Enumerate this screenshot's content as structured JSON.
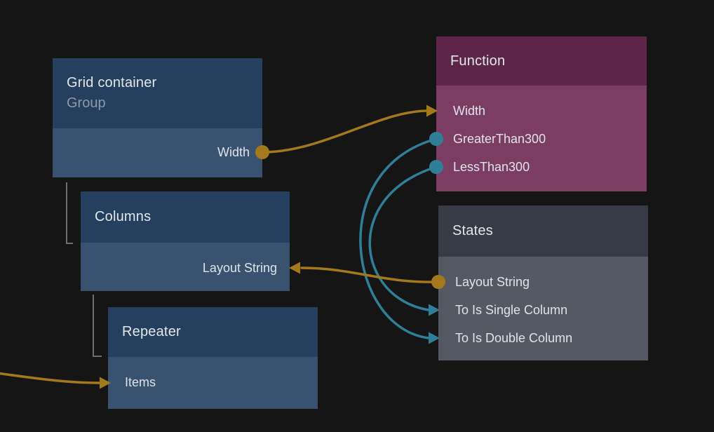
{
  "colors": {
    "background": "#151515",
    "node_blue_header": "#253f5e",
    "node_blue_body": "#395270",
    "node_purple_header": "#5d2649",
    "node_purple_body": "#7b3d62",
    "node_gray_header": "#363b45",
    "node_gray_body": "#545963",
    "wire_gold": "#a4791c",
    "wire_teal": "#2f7f98",
    "tree_line": "#6e6e6e",
    "title_text": "#e3e7ec",
    "subtitle_text": "#8d99a8",
    "port_text": "#e0e4e8"
  },
  "nodes": {
    "grid_container": {
      "title": "Grid container",
      "subtitle": "Group",
      "ports": [
        {
          "label": "Width",
          "side": "right",
          "connector": "output-dot",
          "wire": "gold"
        }
      ]
    },
    "columns": {
      "title": "Columns",
      "ports": [
        {
          "label": "Layout String",
          "side": "right",
          "connector": "input-arrow",
          "wire": "gold"
        }
      ]
    },
    "repeater": {
      "title": "Repeater",
      "ports": [
        {
          "label": "Items",
          "side": "left",
          "connector": "input-arrow",
          "wire": "gold"
        }
      ]
    },
    "function": {
      "title": "Function",
      "ports": [
        {
          "label": "Width",
          "side": "left",
          "connector": "input-arrow",
          "wire": "gold"
        },
        {
          "label": "GreaterThan300",
          "side": "left",
          "connector": "output-dot",
          "wire": "teal"
        },
        {
          "label": "LessThan300",
          "side": "left",
          "connector": "output-dot",
          "wire": "teal"
        }
      ]
    },
    "states": {
      "title": "States",
      "ports": [
        {
          "label": "Layout String",
          "side": "left",
          "connector": "output-dot",
          "wire": "gold"
        },
        {
          "label": "To Is Single Column",
          "side": "left",
          "connector": "input-arrow",
          "wire": "teal"
        },
        {
          "label": "To Is Double Column",
          "side": "left",
          "connector": "input-arrow",
          "wire": "teal"
        }
      ]
    }
  },
  "connections": [
    {
      "from": "Grid container.Width",
      "to": "Function.Width",
      "wire": "gold"
    },
    {
      "from": "Function.GreaterThan300",
      "to": "States.To Is Double Column",
      "wire": "teal"
    },
    {
      "from": "Function.LessThan300",
      "to": "States.To Is Single Column",
      "wire": "teal"
    },
    {
      "from": "States.Layout String",
      "to": "Columns.Layout String",
      "wire": "gold"
    },
    {
      "from": "offscreen-left",
      "to": "Repeater.Items",
      "wire": "gold"
    }
  ],
  "hierarchy": [
    {
      "parent": "Grid container",
      "child": "Columns"
    },
    {
      "parent": "Columns",
      "child": "Repeater"
    }
  ]
}
